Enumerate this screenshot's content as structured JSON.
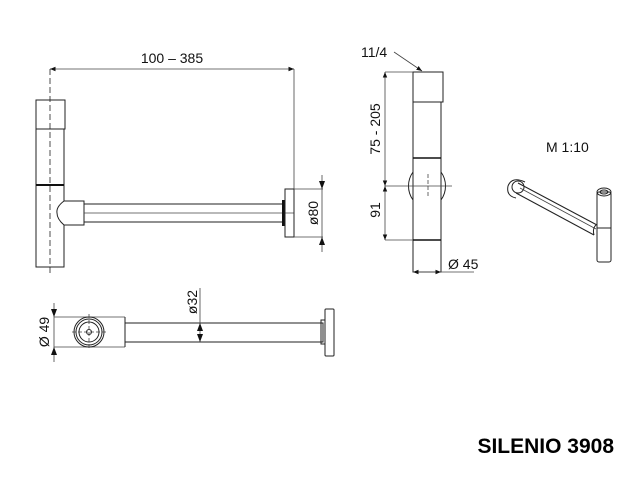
{
  "drawing": {
    "title": "SILENIO 3908",
    "scale": "M 1:10",
    "front_view": {
      "width_range": "100 – 385",
      "flange_diameter": "ø80"
    },
    "side_view": {
      "thread": "11/4",
      "height_range": "75 - 205",
      "lower_height": "91",
      "pipe_diameter": "Ø 45"
    },
    "plan_view": {
      "arm_diameter": "ø32",
      "body_diameter": "Ø 49"
    }
  }
}
